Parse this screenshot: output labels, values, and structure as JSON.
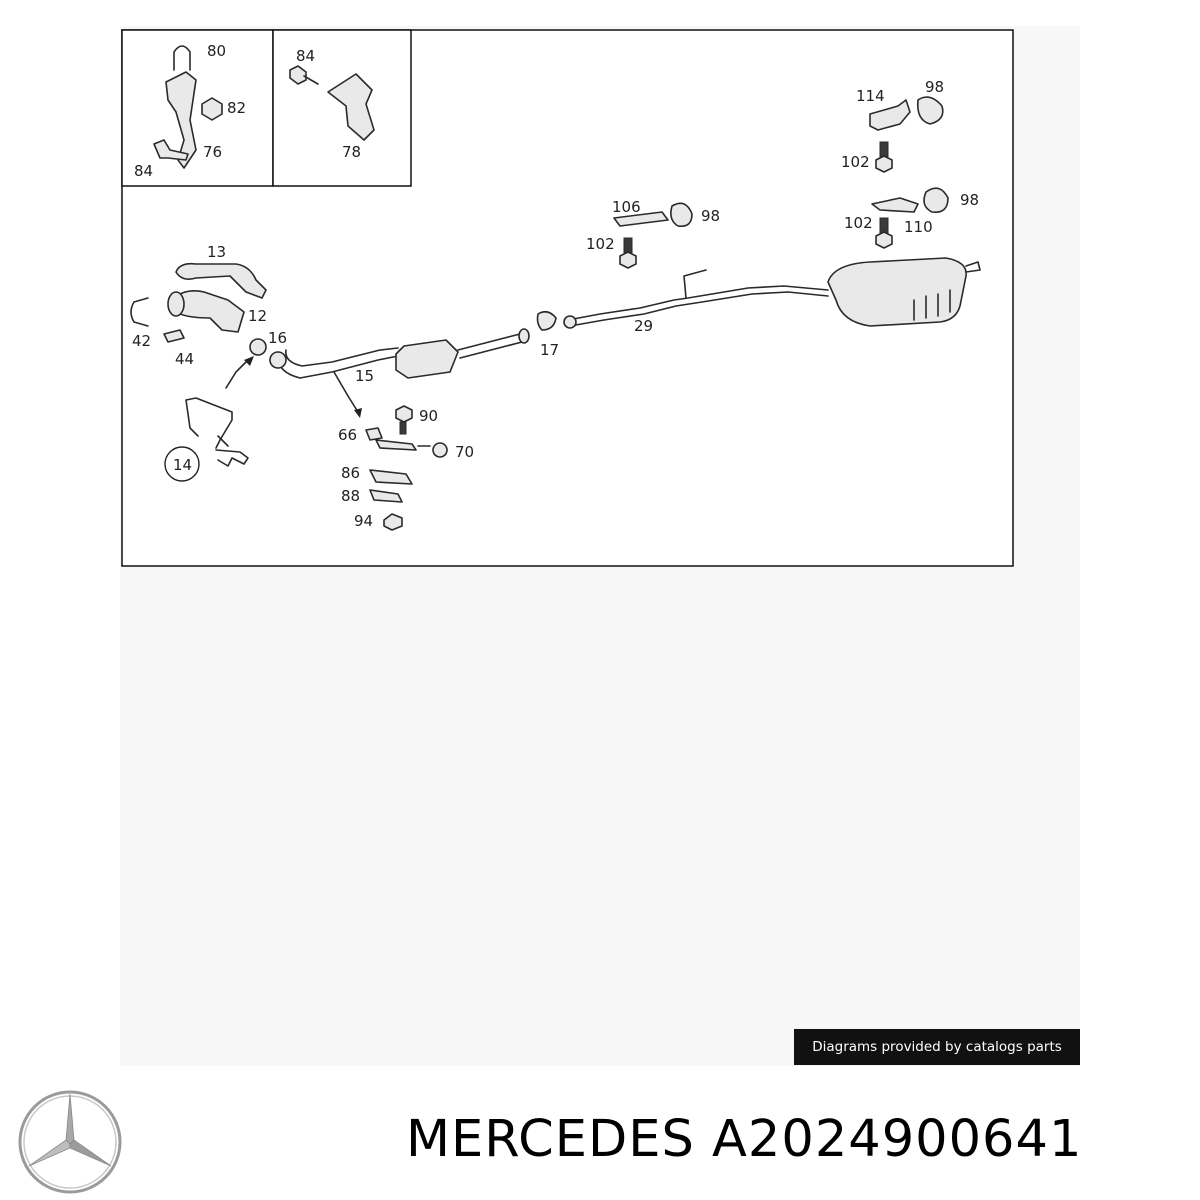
{
  "diagram": {
    "callouts": {
      "c80": "80",
      "c82": "82",
      "c76": "76",
      "c84a": "84",
      "c84b": "84",
      "c78": "78",
      "c114": "114",
      "c98a": "98",
      "c102a": "102",
      "c106": "106",
      "c98b": "98",
      "c102b": "102",
      "c98c": "98",
      "c102c": "102",
      "c110": "110",
      "c13": "13",
      "c12": "12",
      "c16": "16",
      "c42": "42",
      "c44": "44",
      "c15": "15",
      "c17": "17",
      "c29": "29",
      "c14": "14",
      "c90": "90",
      "c66": "66",
      "c70": "70",
      "c86": "86",
      "c88": "88",
      "c94": "94"
    }
  },
  "credit": "Diagrams provided by catalogs parts",
  "brand": "MERCEDES",
  "part_number": "A2024900641",
  "title_line": "MERCEDES A2024900641",
  "logo_icon": "mercedes-star-icon"
}
